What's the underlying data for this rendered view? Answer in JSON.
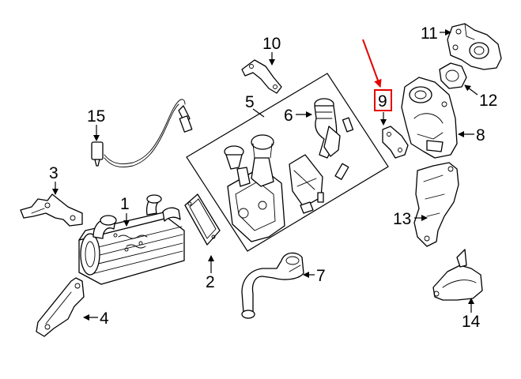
{
  "diagram": {
    "callouts": [
      {
        "id": "1",
        "text": "1"
      },
      {
        "id": "2",
        "text": "2"
      },
      {
        "id": "3",
        "text": "3"
      },
      {
        "id": "4",
        "text": "4"
      },
      {
        "id": "5",
        "text": "5"
      },
      {
        "id": "6",
        "text": "6"
      },
      {
        "id": "7",
        "text": "7"
      },
      {
        "id": "8",
        "text": "8"
      },
      {
        "id": "9",
        "text": "9"
      },
      {
        "id": "10",
        "text": "10"
      },
      {
        "id": "11",
        "text": "11"
      },
      {
        "id": "12",
        "text": "12"
      },
      {
        "id": "13",
        "text": "13"
      },
      {
        "id": "14",
        "text": "14"
      },
      {
        "id": "15",
        "text": "15"
      }
    ],
    "highlighted_callout": "9",
    "colors": {
      "line": "#000000",
      "background": "#ffffff",
      "highlight": "#e60000"
    }
  }
}
